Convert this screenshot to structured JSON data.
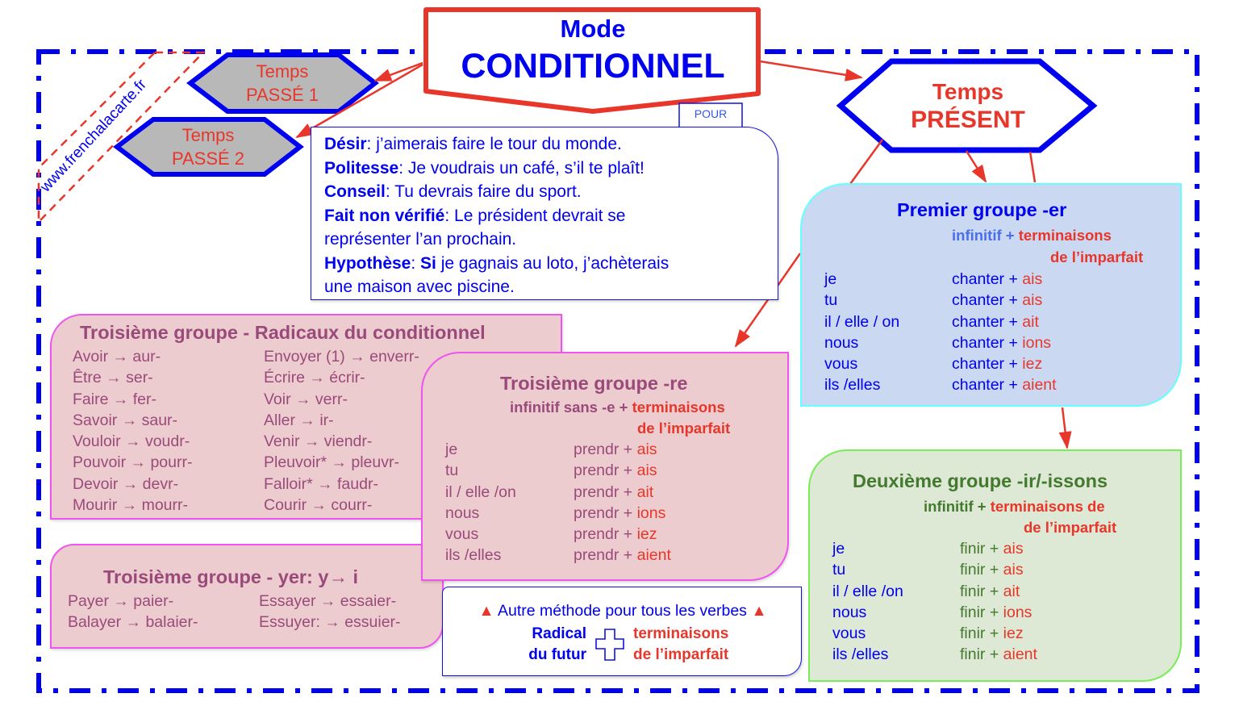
{
  "title": {
    "line1": "Mode",
    "line2": "CONDITIONNEL"
  },
  "watermark": "www.frenchalacarte.fr",
  "temps_passe_1": {
    "line1": "Temps",
    "line2": "PASSÉ 1"
  },
  "temps_passe_2": {
    "line1": "Temps",
    "line2": "PASSÉ 2"
  },
  "temps_present": {
    "line1": "Temps",
    "line2": "PRÉSENT"
  },
  "pour": {
    "tag": "POUR",
    "lines": [
      {
        "label": "Désir",
        "text": ": j’aimerais faire le tour du monde."
      },
      {
        "label": "Politesse",
        "text": ": Je voudrais un café, s’il te plaît!"
      },
      {
        "label": "Conseil",
        "text": ": Tu devrais faire du sport."
      },
      {
        "label": "Fait non vérifié",
        "text": ": Le président devrait se"
      },
      {
        "label": "",
        "text": "représenter l’an prochain."
      },
      {
        "label": "Hypothèse",
        "text": ": ",
        "label2": "Si",
        "text2": " je gagnais au loto, j’achèterais"
      },
      {
        "label": "",
        "text": "une maison avec piscine."
      }
    ]
  },
  "radicaux": {
    "title": "Troisième groupe - Radicaux du conditionnel",
    "col1": [
      "Avoir → aur-",
      "Être → ser-",
      "Faire → fer-",
      "Savoir → saur-",
      "Vouloir → voudr-",
      "Pouvoir → pourr-",
      "Devoir → devr-",
      "Mourir → mourr-"
    ],
    "col2": [
      "Envoyer (1) → enverr-",
      "Écrire → écrir-",
      "Voir → verr-",
      "Aller → ir-",
      "Venir → viendr-",
      "Pleuvoir* → pleuvr-",
      "Falloir* → faudr-",
      "Courir → courr-"
    ]
  },
  "troisieme_re": {
    "title": "Troisième groupe -re",
    "rule_a": "infinitif sans -e + ",
    "rule_b": "terminaisons",
    "rule_c": "de l’imparfait",
    "pronouns": [
      "je",
      "tu",
      "il / elle /on",
      "nous",
      "vous",
      "ils /elles"
    ],
    "stem": "prendr + ",
    "endings": [
      "ais",
      "ais",
      "ait",
      "ions",
      "iez",
      "aient"
    ]
  },
  "yer": {
    "title": "Troisième groupe - yer: y→ i",
    "col1": [
      "Payer → paier-",
      "Balayer → balaier-"
    ],
    "col2": [
      "Essayer → essaier-",
      "Essuyer: → essuier-"
    ]
  },
  "autre": {
    "heading": "Autre méthode pour tous les verbes",
    "left1": "Radical",
    "left2": "du futur",
    "right1": "terminaisons",
    "right2": "de l’imparfait"
  },
  "premier": {
    "title": "Premier groupe -er",
    "rule_a": "infinitif + ",
    "rule_b": "terminaisons",
    "rule_c": "de l’imparfait",
    "pronouns": [
      "je",
      "tu",
      "il / elle / on",
      "nous",
      "vous",
      "ils /elles"
    ],
    "stem": "chanter + ",
    "endings": [
      "ais",
      "ais",
      "ait",
      "ions",
      "iez",
      "aient"
    ]
  },
  "deuxieme": {
    "title": "Deuxième groupe -ir/-issons",
    "rule_a": "infinitif + ",
    "rule_b": "terminaisons de",
    "rule_c": "de l’imparfait",
    "pronouns": [
      "je",
      "tu",
      "il / elle /on",
      "nous",
      "vous",
      "ils /elles"
    ],
    "stem": "finir + ",
    "endings": [
      "ais",
      "ais",
      "ait",
      "ions",
      "iez",
      "aient"
    ]
  },
  "colors": {
    "frame_blue": "#0000f0",
    "arrow_red": "#e8372a",
    "hex_gray": "#b8b8b8",
    "pink_fill": "#ecccce",
    "pink_border": "#ee55ee",
    "blue_fill": "#cad8f2",
    "cyan_border": "#66ffff",
    "green_fill": "#dde8d5",
    "green_border": "#77ee55",
    "green_text": "#447a2f",
    "mauve_text": "#9a4a7a"
  }
}
